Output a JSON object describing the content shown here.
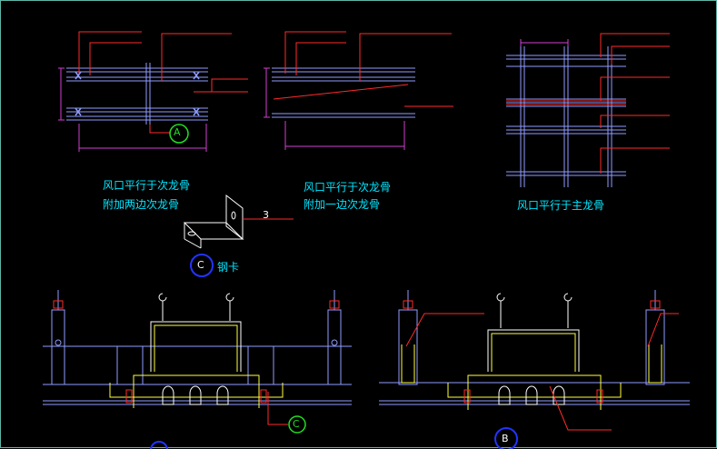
{
  "drawing": {
    "caption_a_line1": "风口平行于次龙骨",
    "caption_a_line2": "附加两边次龙骨",
    "caption_b_line1": "风口平行于次龙骨",
    "caption_b_line2": "附加一边次龙骨",
    "caption_c": "风口平行于主龙骨",
    "bracket_label": "钢卡",
    "bracket_part_number": "3",
    "marker_a": "A",
    "marker_b": "B",
    "marker_c_bracket": "C",
    "marker_c_section": "C"
  },
  "colors": {
    "background": "#000000",
    "frame": "#5fb7a8",
    "structure": "#8f9cff",
    "leader": "#ff2a2a",
    "dimension": "#d040d0",
    "text": "#00e6ff",
    "yellow": "#ffff40",
    "marker_green": "#22dd22",
    "marker_blue": "#2233ff"
  }
}
